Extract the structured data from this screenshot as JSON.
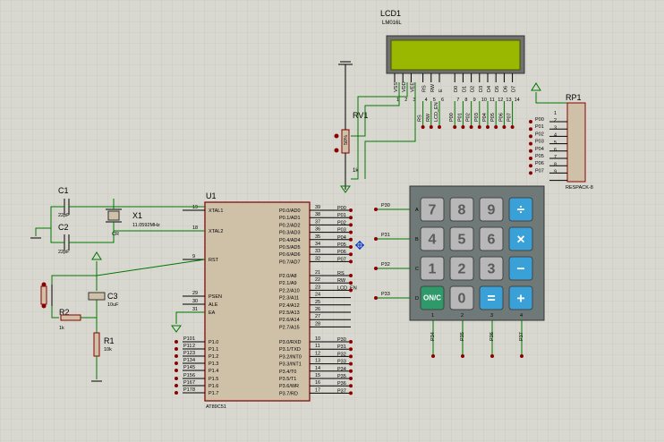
{
  "lcd": {
    "ref": "LCD1",
    "model": "LM016L",
    "pins": [
      "VSS",
      "VDD",
      "VEE",
      "RS",
      "RW",
      "E",
      "D0",
      "D1",
      "D2",
      "D3",
      "D4",
      "D5",
      "D6",
      "D7"
    ],
    "net_labels": [
      "RS",
      "RW",
      "LCD_EN",
      "P00",
      "P01",
      "P02",
      "P03",
      "P04",
      "P05",
      "P06",
      "P07"
    ],
    "pin_numbers": [
      "1",
      "2",
      "3",
      "4",
      "5",
      "6",
      "7",
      "8",
      "9",
      "10",
      "11",
      "12",
      "13",
      "14"
    ]
  },
  "rv1": {
    "ref": "RV1",
    "value": "1k",
    "marker": "50%"
  },
  "rp1": {
    "ref": "RP1",
    "model": "RESPACK-8",
    "pins": [
      "P00",
      "P01",
      "P02",
      "P03",
      "P04",
      "P05",
      "P06",
      "P07"
    ],
    "pin_numbers": [
      "1",
      "2",
      "3",
      "4",
      "5",
      "6",
      "7",
      "8",
      "9"
    ]
  },
  "u1": {
    "ref": "U1",
    "model": "AT89C51",
    "left_pins": [
      {
        "num": "19",
        "name": "XTAL1"
      },
      {
        "num": "18",
        "name": "XTAL2"
      },
      {
        "num": "9",
        "name": "RST"
      },
      {
        "num": "29",
        "name": "PSEN"
      },
      {
        "num": "30",
        "name": "ALE"
      },
      {
        "num": "31",
        "name": "EA"
      },
      {
        "num": "1",
        "name": "P1.0"
      },
      {
        "num": "2",
        "name": "P1.1"
      },
      {
        "num": "3",
        "name": "P1.2"
      },
      {
        "num": "4",
        "name": "P1.3"
      },
      {
        "num": "5",
        "name": "P1.4"
      },
      {
        "num": "6",
        "name": "P1.5"
      },
      {
        "num": "7",
        "name": "P1.6"
      },
      {
        "num": "8",
        "name": "P1.7"
      }
    ],
    "p1_labels": [
      "P10",
      "P11",
      "P12",
      "P13",
      "P14",
      "P15",
      "P16",
      "P17"
    ],
    "right_p0": [
      {
        "num": "39",
        "name": "P0.0/AD0",
        "net": "P00"
      },
      {
        "num": "38",
        "name": "P0.1/AD1",
        "net": "P01"
      },
      {
        "num": "37",
        "name": "P0.2/AD2",
        "net": "P02"
      },
      {
        "num": "36",
        "name": "P0.3/AD3",
        "net": "P03"
      },
      {
        "num": "35",
        "name": "P0.4/AD4",
        "net": "P04"
      },
      {
        "num": "34",
        "name": "P0.5/AD5",
        "net": "P05"
      },
      {
        "num": "33",
        "name": "P0.6/AD6",
        "net": "P06"
      },
      {
        "num": "32",
        "name": "P0.7/AD7",
        "net": "P07"
      }
    ],
    "right_p2": [
      {
        "num": "21",
        "name": "P2.0/A8",
        "net": "RS"
      },
      {
        "num": "22",
        "name": "P2.1/A9",
        "net": "RW"
      },
      {
        "num": "23",
        "name": "P2.2/A10",
        "net": "LCD_EN"
      },
      {
        "num": "24",
        "name": "P2.3/A11",
        "net": ""
      },
      {
        "num": "25",
        "name": "P2.4/A12",
        "net": ""
      },
      {
        "num": "26",
        "name": "P2.5/A13",
        "net": ""
      },
      {
        "num": "27",
        "name": "P2.6/A14",
        "net": ""
      },
      {
        "num": "28",
        "name": "P2.7/A15",
        "net": ""
      }
    ],
    "right_p3": [
      {
        "num": "10",
        "name": "P3.0/RXD",
        "net": "P30"
      },
      {
        "num": "11",
        "name": "P3.1/TXD",
        "net": "P31"
      },
      {
        "num": "12",
        "name": "P3.2/INT0",
        "net": "P32"
      },
      {
        "num": "13",
        "name": "P3.3/INT1",
        "net": "P33"
      },
      {
        "num": "14",
        "name": "P3.4/T0",
        "net": "P34"
      },
      {
        "num": "15",
        "name": "P3.5/T1",
        "net": "P35"
      },
      {
        "num": "16",
        "name": "P3.6/WR",
        "net": "P36"
      },
      {
        "num": "17",
        "name": "P3.7/RD",
        "net": "P37"
      }
    ]
  },
  "c1": {
    "ref": "C1",
    "value": "22pF"
  },
  "c2": {
    "ref": "C2",
    "value": "22pF"
  },
  "c3": {
    "ref": "C3",
    "value": "10uF"
  },
  "x1": {
    "ref": "X1",
    "value": "11.0592MHz",
    "pin": "CR"
  },
  "r1": {
    "ref": "R1",
    "value": "10k"
  },
  "r2": {
    "ref": "R2",
    "value": "1k"
  },
  "keypad": {
    "row_nets": [
      "P30",
      "P31",
      "P32",
      "P33"
    ],
    "row_letters": [
      "A",
      "B",
      "C",
      "D"
    ],
    "col_nets": [
      "P34",
      "P35",
      "P36",
      "P37"
    ],
    "col_numbers": [
      "1",
      "2",
      "3",
      "4"
    ],
    "keys": [
      [
        "7",
        "8",
        "9",
        "÷"
      ],
      [
        "4",
        "5",
        "6",
        "×"
      ],
      [
        "1",
        "2",
        "3",
        "−"
      ],
      [
        "ON/C",
        "0",
        "=",
        "+"
      ]
    ]
  },
  "colors": {
    "background": "#d8d8d0",
    "grid": "#c2c2b8",
    "wire": "#007700",
    "component": "#8b0000",
    "chip_fill": "#cfc0a8",
    "lcd_screen": "#9ab800",
    "keypad": "#6f7a78"
  }
}
